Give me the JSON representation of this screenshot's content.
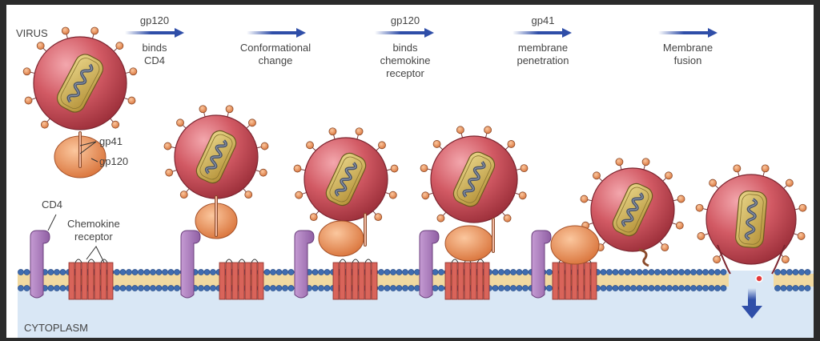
{
  "labels": {
    "virus": "VIRUS",
    "cd4": "CD4",
    "chemokine_receptor": [
      "Chemokine",
      "receptor"
    ],
    "gp41": "gp41",
    "gp120": "gp120",
    "cytoplasm": "CYTOPLASM"
  },
  "steps": [
    {
      "top": "gp120",
      "caption": [
        "binds",
        "CD4"
      ]
    },
    {
      "top": "",
      "caption": [
        "Conformational",
        "change"
      ]
    },
    {
      "top": "gp120",
      "caption": [
        "binds",
        "chemokine",
        "receptor"
      ]
    },
    {
      "top": "gp41",
      "caption": [
        "membrane",
        "penetration"
      ]
    },
    {
      "top": "",
      "caption": [
        "Membrane",
        "fusion"
      ]
    }
  ],
  "colors": {
    "arrow": "#2f4ea8",
    "virus": "#c94a55",
    "capsid": "#c9a94a",
    "gp120": "#e88a4e",
    "cd4": "#a877b8",
    "receptor": "#d9645a",
    "membrane_head": "#3f6cb0",
    "membrane_tail": "#f1d9a0",
    "cytoplasm": "#d9e7f5"
  }
}
